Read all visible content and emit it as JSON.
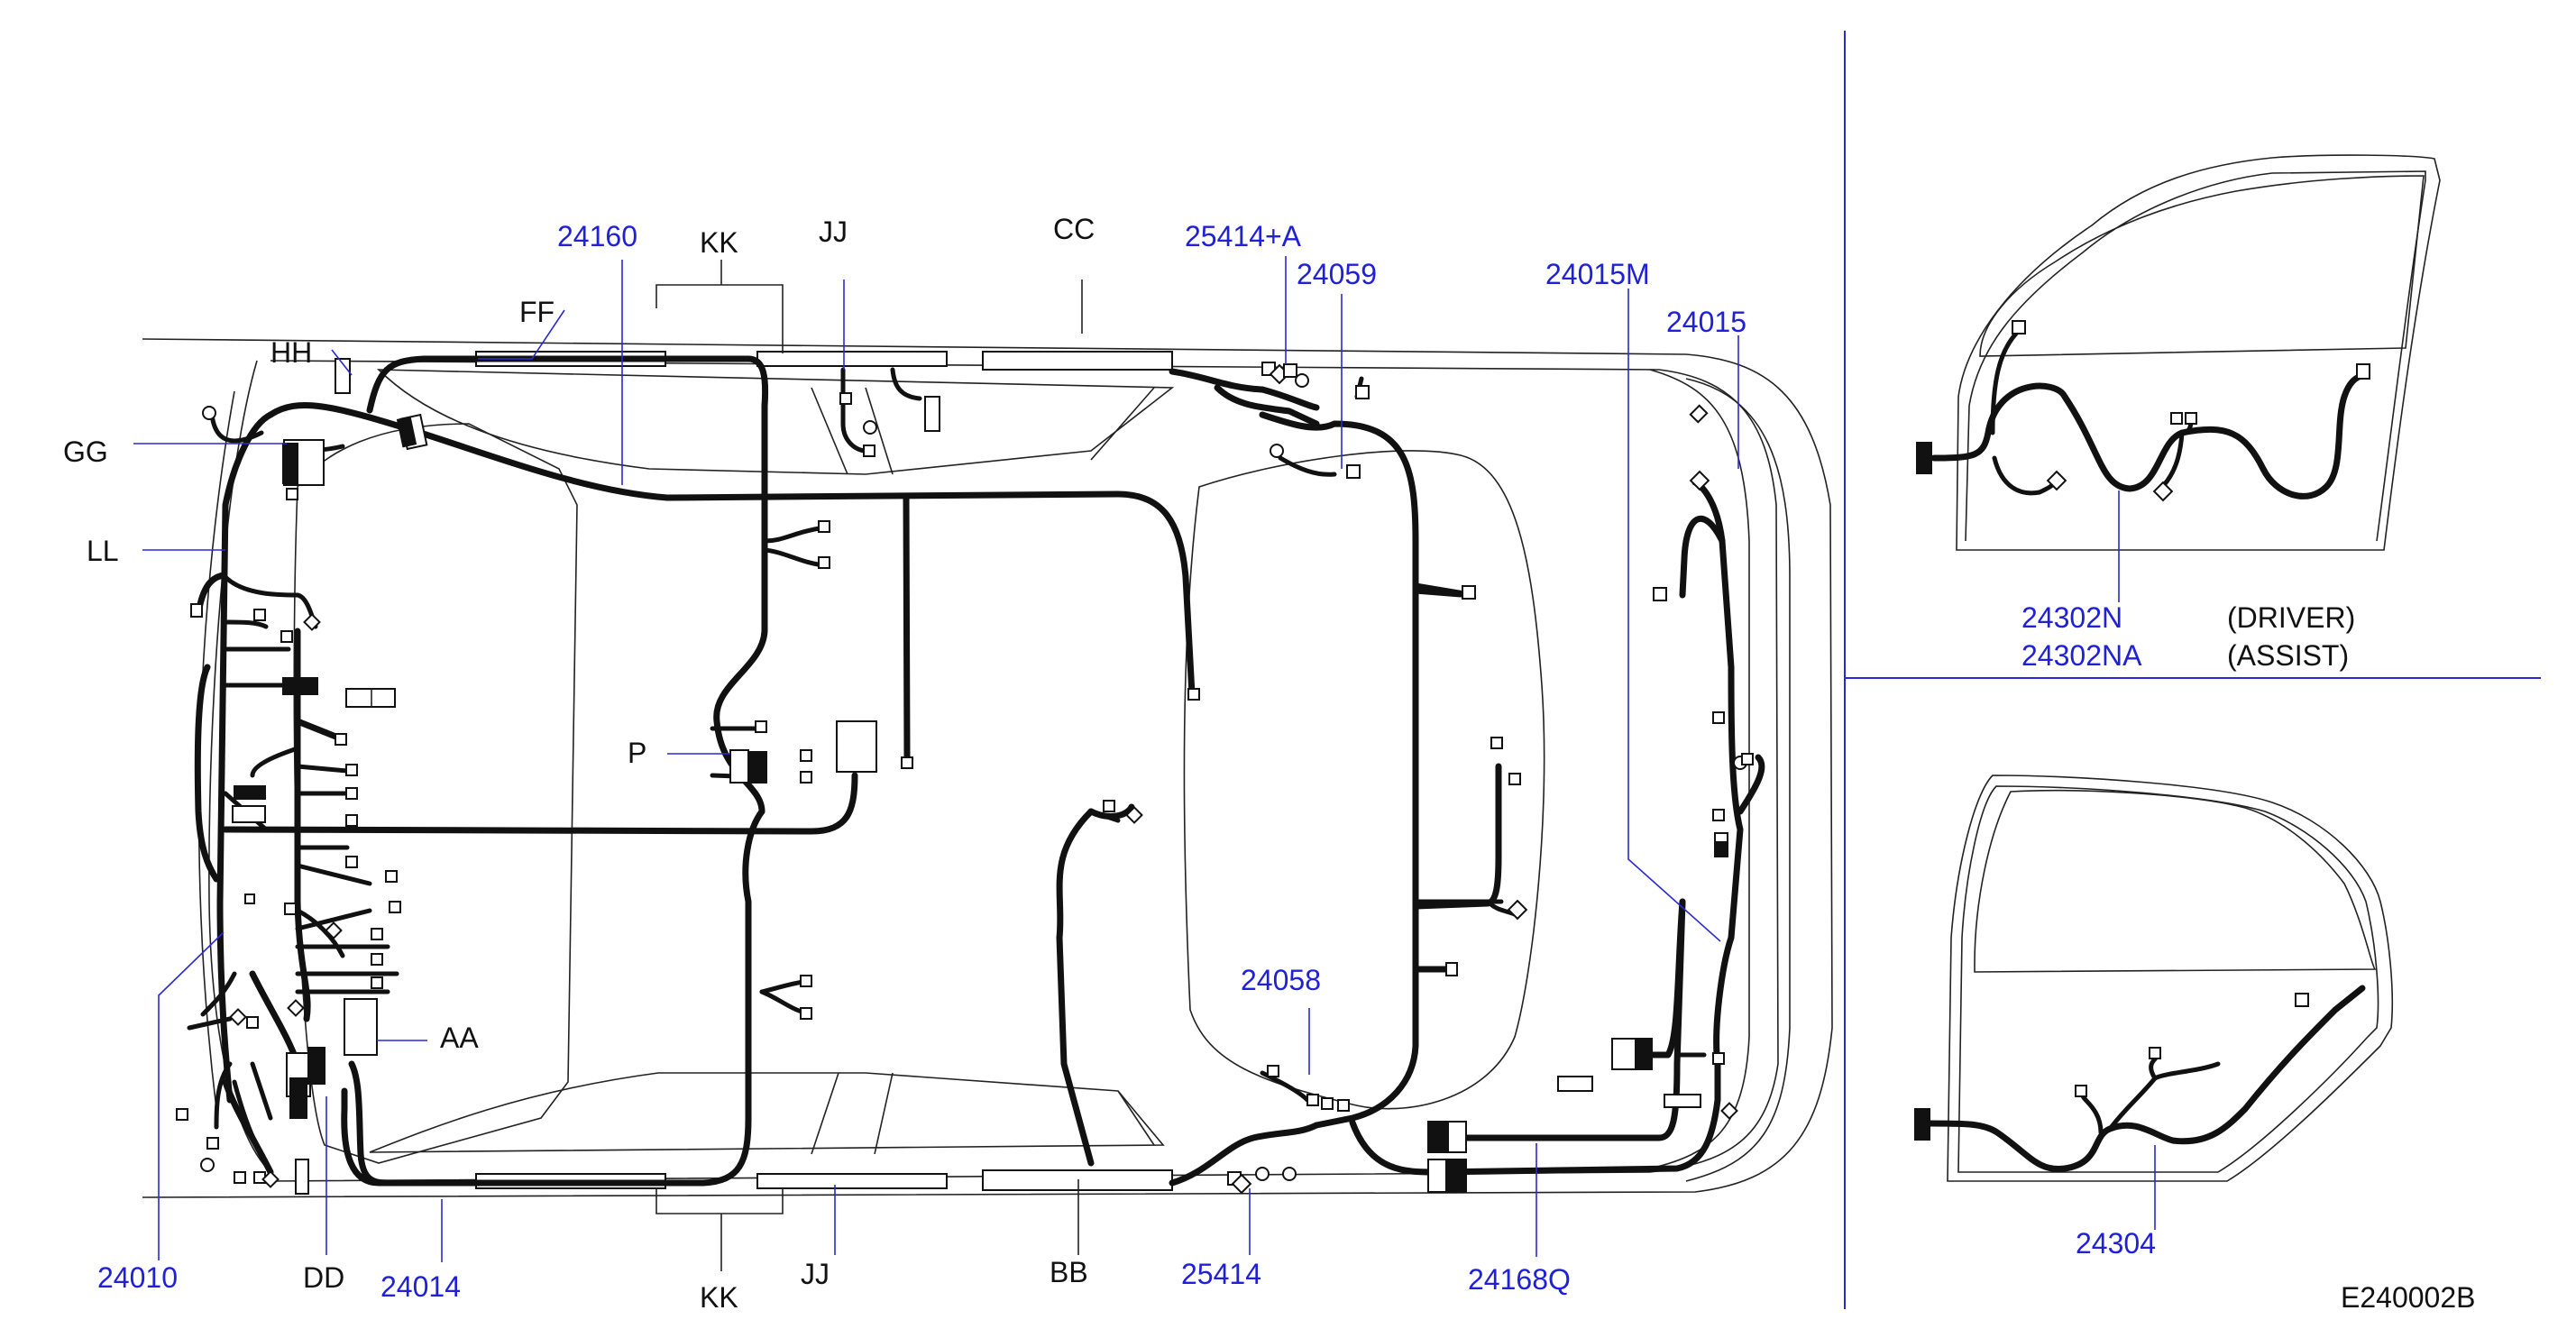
{
  "labels": {
    "p24160": "24160",
    "kk_top": "KK",
    "jj_top": "JJ",
    "cc": "CC",
    "p25414a": "25414+A",
    "p24059": "24059",
    "p24015m": "24015M",
    "p24015": "24015",
    "ff": "FF",
    "hh": "HH",
    "gg": "GG",
    "ll": "LL",
    "p": "P",
    "aa": "AA",
    "p24058": "24058",
    "p24010": "24010",
    "dd": "DD",
    "p24014": "24014",
    "kk_bottom": "KK",
    "jj_bottom": "JJ",
    "bb": "BB",
    "p25414": "25414",
    "p24168q": "24168Q",
    "p24302n": "24302N",
    "p24302na": "24302NA",
    "driver": "(DRIVER)",
    "assist": "(ASSIST)",
    "p24304": "24304",
    "figure_code": "E240002B"
  },
  "colors": {
    "part_number": "#2020d8",
    "label": "#111111",
    "leader_blue": "#2a2ad0"
  }
}
